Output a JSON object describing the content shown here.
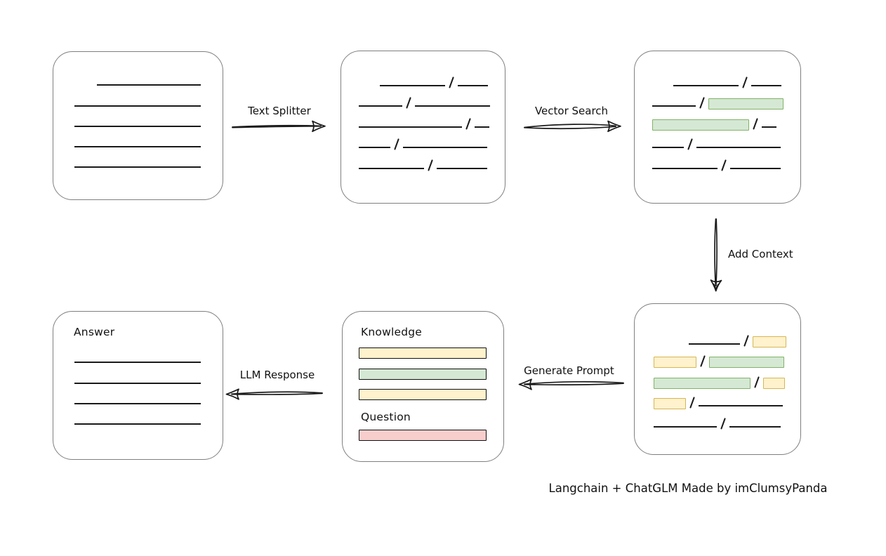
{
  "caption": "Langchain + ChatGLM Made by imClumsyPanda",
  "colors": {
    "box_border": "#7f7f7f",
    "line": "#1a1a1a",
    "green_fill": "#d5e8d4",
    "green_border": "#82b366",
    "yellow_fill": "#fff2cc",
    "yellow_border": "#d6b656",
    "red_fill": "#f8cecc",
    "red_border": "#b85450"
  },
  "arrows": {
    "text_splitter": {
      "label": "Text Splitter"
    },
    "vector_search": {
      "label": "Vector Search"
    },
    "add_context": {
      "label": "Add Context"
    },
    "generate_prompt": {
      "label": "Generate Prompt"
    },
    "llm_response": {
      "label": "LLM Response"
    }
  },
  "boxes": {
    "document": {
      "lines": [
        {
          "indent": 62,
          "w": 148
        },
        {
          "indent": 30,
          "w": 180
        },
        {
          "indent": 30,
          "w": 180
        },
        {
          "indent": 30,
          "w": 180
        },
        {
          "indent": 30,
          "w": 180
        }
      ]
    },
    "chunks": {
      "rows": [
        {
          "indent": 55,
          "segments": [
            {
              "kind": "line",
              "w": 93
            },
            {
              "kind": "slash"
            },
            {
              "kind": "line",
              "w": 43
            }
          ]
        },
        {
          "indent": 25,
          "segments": [
            {
              "kind": "line",
              "w": 62
            },
            {
              "kind": "slash"
            },
            {
              "kind": "line",
              "w": 107
            }
          ]
        },
        {
          "indent": 25,
          "segments": [
            {
              "kind": "line",
              "w": 147
            },
            {
              "kind": "slash"
            },
            {
              "kind": "line",
              "w": 21
            }
          ]
        },
        {
          "indent": 25,
          "segments": [
            {
              "kind": "line",
              "w": 45
            },
            {
              "kind": "slash"
            },
            {
              "kind": "line",
              "w": 120
            }
          ]
        },
        {
          "indent": 25,
          "segments": [
            {
              "kind": "line",
              "w": 93
            },
            {
              "kind": "slash"
            },
            {
              "kind": "line",
              "w": 72
            }
          ]
        }
      ]
    },
    "chunks_matched": {
      "rows": [
        {
          "indent": 55,
          "segments": [
            {
              "kind": "line",
              "w": 93
            },
            {
              "kind": "slash"
            },
            {
              "kind": "line",
              "w": 43
            }
          ]
        },
        {
          "indent": 25,
          "segments": [
            {
              "kind": "line",
              "w": 62
            },
            {
              "kind": "slash"
            },
            {
              "kind": "green",
              "w": 107
            }
          ]
        },
        {
          "indent": 25,
          "segments": [
            {
              "kind": "green",
              "w": 138
            },
            {
              "kind": "slash"
            },
            {
              "kind": "line",
              "w": 21
            }
          ]
        },
        {
          "indent": 25,
          "segments": [
            {
              "kind": "line",
              "w": 45
            },
            {
              "kind": "slash"
            },
            {
              "kind": "line",
              "w": 120
            }
          ]
        },
        {
          "indent": 25,
          "segments": [
            {
              "kind": "line",
              "w": 93
            },
            {
              "kind": "slash"
            },
            {
              "kind": "line",
              "w": 72
            }
          ]
        }
      ]
    },
    "chunks_context": {
      "rows": [
        {
          "indent": 77,
          "segments": [
            {
              "kind": "line",
              "w": 73
            },
            {
              "kind": "slash"
            },
            {
              "kind": "yellow",
              "w": 48
            }
          ]
        },
        {
          "indent": 27,
          "segments": [
            {
              "kind": "yellow",
              "w": 61
            },
            {
              "kind": "slash"
            },
            {
              "kind": "green",
              "w": 107
            }
          ]
        },
        {
          "indent": 27,
          "segments": [
            {
              "kind": "green",
              "w": 138
            },
            {
              "kind": "slash"
            },
            {
              "kind": "yellow",
              "w": 31
            }
          ]
        },
        {
          "indent": 27,
          "segments": [
            {
              "kind": "yellow",
              "w": 46
            },
            {
              "kind": "slash"
            },
            {
              "kind": "line",
              "w": 120
            }
          ]
        },
        {
          "indent": 27,
          "segments": [
            {
              "kind": "line",
              "w": 90
            },
            {
              "kind": "slash"
            },
            {
              "kind": "line",
              "w": 73
            }
          ]
        }
      ]
    },
    "prompt": {
      "knowledge_label": "Knowledge",
      "question_label": "Question",
      "knowledge_bars": [
        "yellow",
        "green",
        "yellow"
      ],
      "question_bars": [
        "red"
      ]
    },
    "answer": {
      "label": "Answer",
      "lines": [
        {
          "indent": 30,
          "w": 180
        },
        {
          "indent": 30,
          "w": 180
        },
        {
          "indent": 30,
          "w": 180
        },
        {
          "indent": 30,
          "w": 180
        }
      ]
    }
  }
}
